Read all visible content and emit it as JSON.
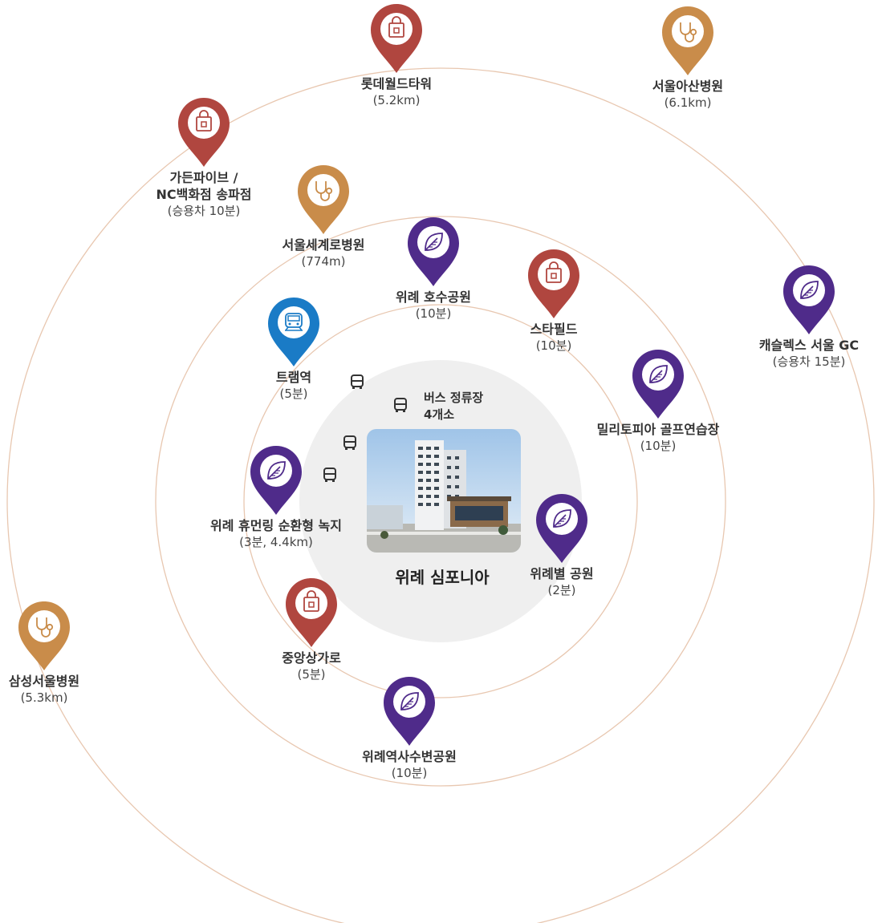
{
  "theme": {
    "ring_color": "#e8c7b0",
    "center_disc": "#efefef",
    "pin_colors": {
      "shopping": "#b0463f",
      "hospital": "#c98c4a",
      "park": "#4f2b8a",
      "transit": "#1a7bc6"
    }
  },
  "center": {
    "name": "위례 심포니아",
    "image": "building-photo"
  },
  "bus": {
    "label_line1": "버스 정류장",
    "label_line2": "4개소",
    "icon": "bus-icon"
  },
  "pois": [
    {
      "id": "lotte-world-tower",
      "category": "shopping",
      "icon": "shopping-bag-icon",
      "name": "롯데월드타워",
      "sub": "(5.2km)"
    },
    {
      "id": "seoul-asan-hospital",
      "category": "hospital",
      "icon": "stethoscope-icon",
      "name": "서울아산병원",
      "sub": "(6.1km)"
    },
    {
      "id": "garden-five",
      "category": "shopping",
      "icon": "shopping-bag-icon",
      "name": "가든파이브 /",
      "name2": "NC백화점 송파점",
      "sub": "(승용차 10분)"
    },
    {
      "id": "seoul-segero-hospital",
      "category": "hospital",
      "icon": "stethoscope-icon",
      "name": "서울세계로병원",
      "sub": "(774m)"
    },
    {
      "id": "wirye-lake-park",
      "category": "park",
      "icon": "leaf-icon",
      "name": "위례 호수공원",
      "sub": "(10분)"
    },
    {
      "id": "starfield",
      "category": "shopping",
      "icon": "shopping-bag-icon",
      "name": "스타필드",
      "sub": "(10분)"
    },
    {
      "id": "castlex-gc",
      "category": "park",
      "icon": "leaf-icon",
      "name": "캐슬렉스 서울 GC",
      "sub": "(승용차 15분)"
    },
    {
      "id": "tram-station",
      "category": "transit",
      "icon": "tram-icon",
      "name": "트램역",
      "sub": "(5분)"
    },
    {
      "id": "militopia-golf",
      "category": "park",
      "icon": "leaf-icon",
      "name": "밀리토피아 골프연습장",
      "sub": "(10분)"
    },
    {
      "id": "wirye-humanring",
      "category": "park",
      "icon": "leaf-icon",
      "name": "위례 휴먼링 순환형 녹지",
      "sub": "(3분, 4.4km)"
    },
    {
      "id": "wiryebyeol-park",
      "category": "park",
      "icon": "leaf-icon",
      "name": "위례별 공원",
      "sub": "(2분)"
    },
    {
      "id": "central-arcade",
      "category": "shopping",
      "icon": "shopping-bag-icon",
      "name": "중앙상가로",
      "sub": "(5분)"
    },
    {
      "id": "samsung-seoul-hospital",
      "category": "hospital",
      "icon": "stethoscope-icon",
      "name": "삼성서울병원",
      "sub": "(5.3km)"
    },
    {
      "id": "wirye-station-park",
      "category": "park",
      "icon": "leaf-icon",
      "name": "위례역사수변공원",
      "sub": "(10분)"
    }
  ]
}
